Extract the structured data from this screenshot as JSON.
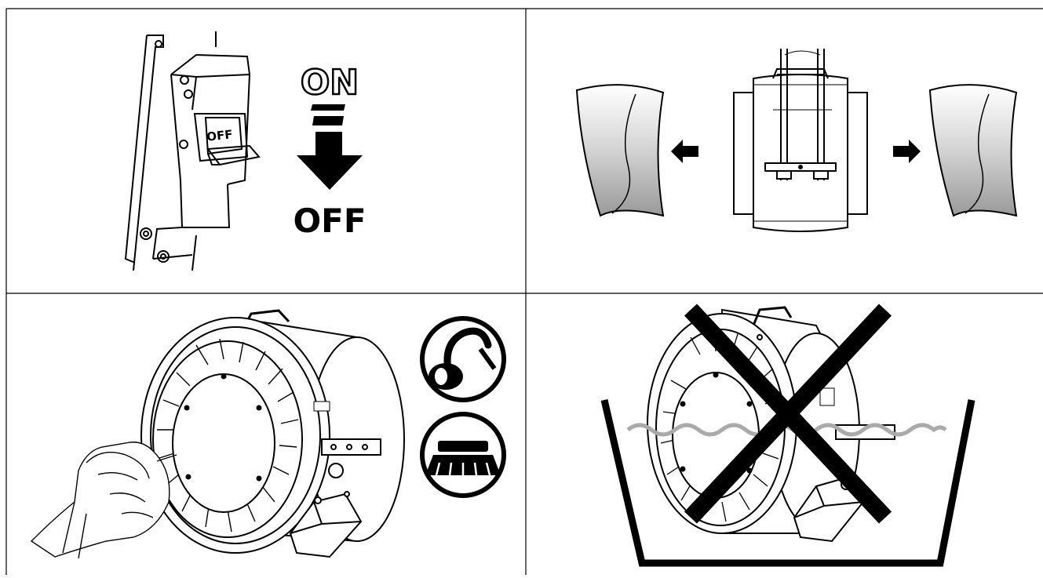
{
  "panels": [
    {
      "id": "power-off"
    },
    {
      "id": "disconnect-ducts"
    },
    {
      "id": "clean-dry"
    },
    {
      "id": "no-immersion"
    }
  ],
  "switch": {
    "switch_label": "OFF",
    "on_label": "ON",
    "off_label": "OFF"
  },
  "colors": {
    "line": "#000000",
    "background": "#ffffff",
    "water": "#aaaaaa",
    "duct_gradient_dark": "#9a9a9a"
  },
  "icons": [
    "vacuum-cleaner-icon",
    "brush-icon",
    "cross-out-icon",
    "arrow-left-icon",
    "arrow-right-icon",
    "down-arrow-icon"
  ]
}
